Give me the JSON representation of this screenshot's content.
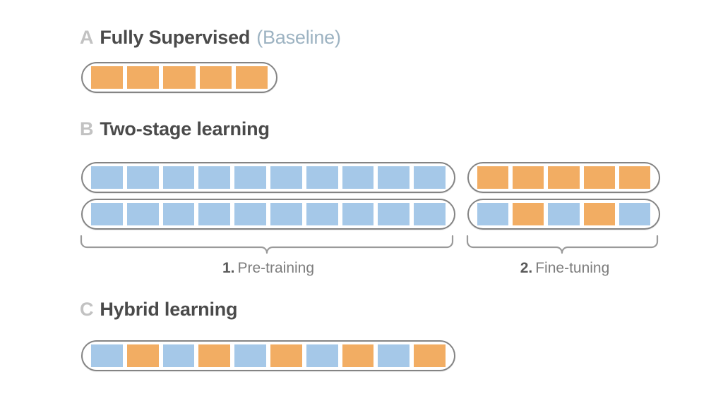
{
  "figure": {
    "background_color": "#ffffff",
    "palette": {
      "orange": "#f2ad63",
      "blue": "#a5c8e8",
      "pill_border": "#848484",
      "heading_text": "#4a4a4a",
      "section_letter": "#c2c2c2",
      "heading_suffix": "#9db3c2",
      "brace": "#9a9a9a",
      "label_number": "#5a5a5a",
      "label_text": "#7d7d7d"
    }
  },
  "sections": [
    {
      "letter": "A",
      "title": "Fully Supervised",
      "suffix": "(Baseline)",
      "rows": [
        {
          "name": "fully-supervised-row",
          "cells": [
            "orange",
            "orange",
            "orange",
            "orange",
            "orange"
          ]
        }
      ]
    },
    {
      "letter": "B",
      "title": "Two-stage learning",
      "suffix": "",
      "groups": [
        {
          "name": "pre-training-group",
          "rows": [
            {
              "name": "pre-training-row-1",
              "cells": [
                "blue",
                "blue",
                "blue",
                "blue",
                "blue",
                "blue",
                "blue",
                "blue",
                "blue",
                "blue"
              ]
            },
            {
              "name": "pre-training-row-2",
              "cells": [
                "blue",
                "blue",
                "blue",
                "blue",
                "blue",
                "blue",
                "blue",
                "blue",
                "blue",
                "blue"
              ]
            }
          ],
          "brace_label_number": "1.",
          "brace_label_text": "Pre-training"
        },
        {
          "name": "fine-tuning-group",
          "rows": [
            {
              "name": "fine-tuning-row-1",
              "cells": [
                "orange",
                "orange",
                "orange",
                "orange",
                "orange"
              ]
            },
            {
              "name": "fine-tuning-row-2",
              "cells": [
                "blue",
                "orange",
                "blue",
                "orange",
                "blue"
              ]
            }
          ],
          "brace_label_number": "2.",
          "brace_label_text": "Fine-tuning"
        }
      ]
    },
    {
      "letter": "C",
      "title": "Hybrid learning",
      "suffix": "",
      "rows": [
        {
          "name": "hybrid-learning-row",
          "cells": [
            "blue",
            "orange",
            "blue",
            "orange",
            "blue",
            "orange",
            "blue",
            "orange",
            "blue",
            "orange"
          ]
        }
      ]
    }
  ]
}
